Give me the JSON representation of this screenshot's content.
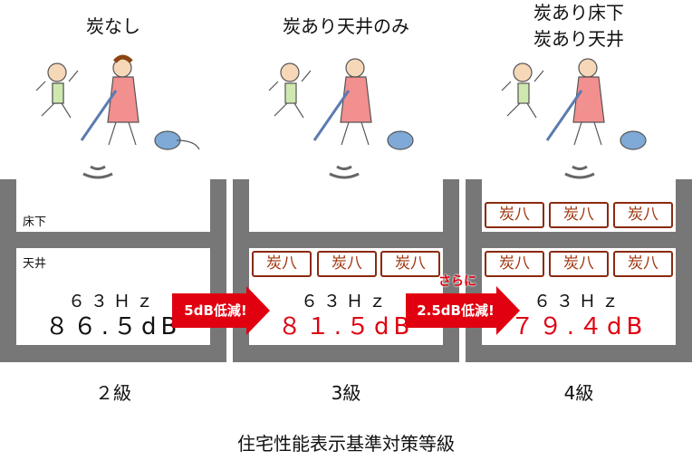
{
  "panels": [
    {
      "title_lines": [
        "炭なし"
      ],
      "underfloor_label": "床下",
      "ceiling_label": "天井",
      "freq": "６３Ｈｚ",
      "level": "８６.５dB",
      "grade": "２級"
    },
    {
      "title_lines": [
        "炭あり天井のみ"
      ],
      "freq": "６３Ｈｚ",
      "level": "８１.５dB",
      "grade": "3級",
      "boxes": [
        "炭八",
        "炭八",
        "炭八"
      ]
    },
    {
      "title_lines": [
        "炭あり床下",
        "炭あり天井"
      ],
      "freq": "６３Ｈｚ",
      "level": "７９.４dB",
      "grade": "4級",
      "boxes_upper": [
        "炭八",
        "炭八",
        "炭八"
      ],
      "boxes_lower": [
        "炭八",
        "炭八",
        "炭八"
      ]
    }
  ],
  "arrows": [
    {
      "label": "5dB低減!"
    },
    {
      "prefix": "さらに",
      "label": "2.5dB低減!"
    }
  ],
  "footer": "住宅性能表示基準対策等級",
  "colors": {
    "wall": "#777777",
    "reduction": "#e00010",
    "box": "#8b2a0e"
  }
}
